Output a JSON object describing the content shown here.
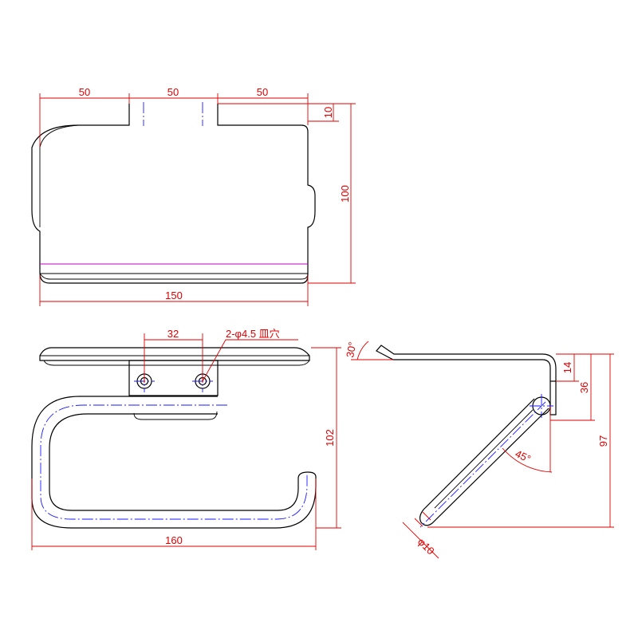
{
  "drawing": {
    "views": [
      "top-view",
      "front-view",
      "side-view"
    ],
    "colors": {
      "outline": "#000000",
      "dimension": "#e00000",
      "centerline": "#1a1aff",
      "edge_highlight": "#c000c0"
    }
  },
  "top_view": {
    "dim_left_width": "50",
    "dim_middle_width": "50",
    "dim_right_width": "50",
    "dim_notch_depth": "10",
    "dim_depth": "100",
    "dim_total_width": "150"
  },
  "front_view": {
    "dim_hole_spacing": "32",
    "hole_note": "2-φ4.5 皿穴",
    "dim_height": "102",
    "dim_width": "160"
  },
  "side_view": {
    "dim_lip_angle": "30°",
    "dim_top_offset": "14",
    "dim_pivot_offset": "36",
    "dim_total_height": "97",
    "dim_arm_angle": "45°",
    "dim_rod_diameter": "φ10"
  }
}
